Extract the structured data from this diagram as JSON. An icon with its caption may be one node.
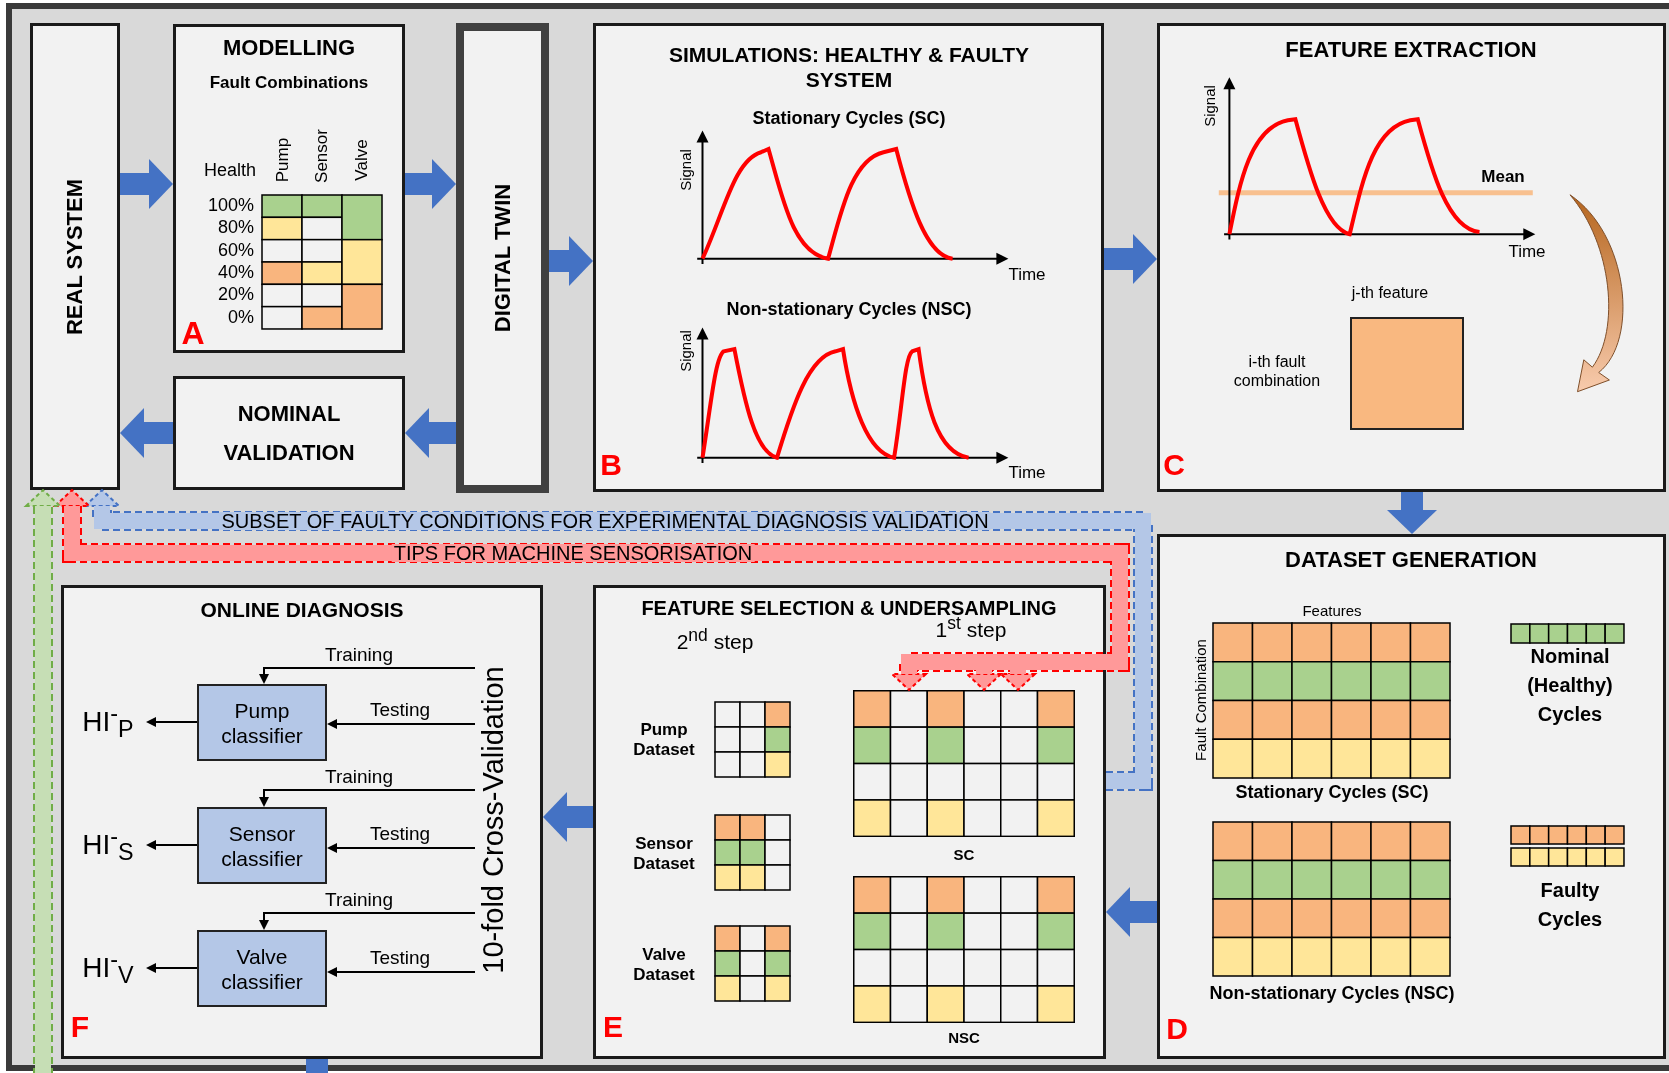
{
  "diagram": {
    "nodes": [
      {
        "text": [
          "REAL SYSTEM"
        ]
      },
      {
        "text": [
          "MODELLING",
          "Fault Combinations"
        ]
      },
      {
        "text": [
          "NOMINAL VALIDATION"
        ]
      },
      {
        "text": [
          "DIGITAL TWIN"
        ]
      },
      {
        "text": [
          "SIMULATIONS: HEALTHY & FAULTY SYSTEM",
          "Stationary Cycles (SC)",
          "Non-stationary Cycles (NSC)"
        ]
      },
      {
        "text": [
          "FEATURE EXTRACTION"
        ]
      },
      {
        "text": [],
        "shape": "box",
        "in": 5
      },
      {
        "text": [
          "ONLINE DIAGNOSIS"
        ]
      },
      {
        "text": [
          "Pump classifier"
        ],
        "in": 7
      },
      {
        "text": [
          "Sensor classifier"
        ],
        "in": 7
      },
      {
        "text": [
          "Valve classifier"
        ],
        "in": 7
      },
      {
        "text": [
          "HI$^{-}$$_{P}$"
        ],
        "in": 7
      },
      {
        "text": [
          "HI$^{-}$$_{S}$"
        ],
        "in": 7
      },
      {
        "text": [
          "HI$^{-}$$_{V}$"
        ],
        "in": 7
      },
      {
        "text": [
          "10-fold Cross-Validation"
        ],
        "in": 7
      },
      {
        "text": [
          "FEATURE SELECTION & UNDERSAMPLING"
        ]
      },
      {
        "text": [
          "SC"
        ],
        "in": 15
      },
      {
        "text": [
          "NSC"
        ],
        "in": 15
      },
      {
        "text": [
          "DATASET GENERATION"
        ]
      }
    ],
    "edges": [
      {
        "from": 0,
        "to": 1,
        "arrow": "to"
      },
      {
        "from": 1,
        "to": 3,
        "arrow": "to"
      },
      {
        "from": 3,
        "to": 2,
        "arrow": "to"
      },
      {
        "from": 2,
        "to": 0,
        "arrow": "to"
      },
      {
        "from": 3,
        "to": 4,
        "arrow": "to"
      },
      {
        "from": 4,
        "to": 5,
        "arrow": "to"
      },
      {
        "from": 5,
        "to": 18,
        "arrow": "to"
      },
      {
        "from": 18,
        "to": 15,
        "arrow": "to"
      },
      {
        "from": 15,
        "to": 7,
        "arrow": "to"
      },
      {
        "from": 7,
        "to": null,
        "arrow": "none"
      },
      {
        "from": 15,
        "to": 0,
        "arrow": "to",
        "style": "dashed",
        "color": "#4472c4",
        "label": "SUBSET OF FAULTY CONDITIONS FOR EXPERIMENTAL DIAGNOSIS VALIDATION"
      },
      {
        "from": 0,
        "to": 16,
        "arrow": "both",
        "style": "dashed",
        "color": "#ff0000",
        "label": "TIPS FOR MACHINE SENSORISATION"
      },
      {
        "from": null,
        "to": 0,
        "arrow": "to",
        "style": "dashed",
        "color": "#70ad47"
      },
      {
        "from": 14,
        "to": 8,
        "arrow": "to",
        "color": "#000000",
        "label": "Training"
      },
      {
        "from": 14,
        "to": 8,
        "arrow": "to",
        "color": "#000000",
        "label": "Testing"
      },
      {
        "from": 14,
        "to": 9,
        "arrow": "to",
        "color": "#000000",
        "label": "Training"
      },
      {
        "from": 14,
        "to": 9,
        "arrow": "to",
        "color": "#000000",
        "label": "Testing"
      },
      {
        "from": 14,
        "to": 10,
        "arrow": "to",
        "color": "#000000",
        "label": "Training"
      },
      {
        "from": 14,
        "to": 10,
        "arrow": "to",
        "color": "#000000",
        "label": "Testing"
      },
      {
        "from": 8,
        "to": 11,
        "arrow": "to",
        "color": "#000000"
      },
      {
        "from": 9,
        "to": 12,
        "arrow": "to",
        "color": "#000000"
      },
      {
        "from": 10,
        "to": 13,
        "arrow": "to",
        "color": "#000000"
      }
    ],
    "labels": [
      "Health",
      "Pump",
      "Sensor",
      "Valve",
      "100%",
      "80%",
      "60%",
      "40%",
      "20%",
      "0%",
      "A",
      "Signal",
      "Time",
      "Signal",
      "Time",
      "B",
      "Signal",
      "Mean",
      "Time",
      "j-th feature",
      "i-th fault combination",
      "C",
      "F",
      "2$^{nd}$ step",
      "1$^{st}$ step",
      "Pump Dataset",
      "Sensor Dataset",
      "Valve Dataset",
      "E",
      "Features",
      "Fault Combination",
      "Stationary Cycles (SC)",
      "Nominal (Healthy) Cycles",
      "Non-stationary Cycles (NSC)",
      "Faulty Cycles",
      "D"
    ]
  }
}
